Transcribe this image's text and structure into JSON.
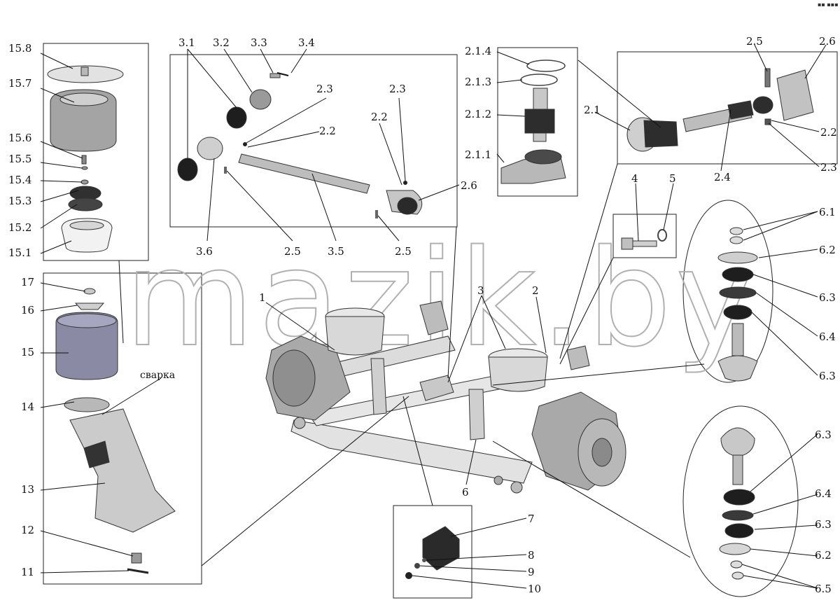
{
  "watermark": "mazik.by",
  "corner_mark": "▪▪ ▪▪▪",
  "annotations": {
    "welding": "сварка"
  },
  "labels": {
    "l_15_8": "15.8",
    "l_15_7": "15.7",
    "l_15_6": "15.6",
    "l_15_5": "15.5",
    "l_15_4": "15.4",
    "l_15_3": "15.3",
    "l_15_2": "15.2",
    "l_15_1": "15.1",
    "l_17": "17",
    "l_16": "16",
    "l_15": "15",
    "l_14": "14",
    "l_13": "13",
    "l_12": "12",
    "l_11": "11",
    "l_3_1": "3.1",
    "l_3_2": "3.2",
    "l_3_3": "3.3",
    "l_3_4": "3.4",
    "l_2_3a": "2.3",
    "l_2_2a": "2.2",
    "l_2_3b": "2.3",
    "l_2_2b": "2.2",
    "l_2_6a": "2.6",
    "l_3_6": "3.6",
    "l_2_5a": "2.5",
    "l_3_5": "3.5",
    "l_2_5b": "2.5",
    "l_2_1_4": "2.1.4",
    "l_2_1_3": "2.1.3",
    "l_2_1_2": "2.1.2",
    "l_2_1_1": "2.1.1",
    "l_2_5c": "2.5",
    "l_2_6b": "2.6",
    "l_2_1": "2.1",
    "l_2_2c": "2.2",
    "l_2_3c": "2.3",
    "l_2_4": "2.4",
    "l_4": "4",
    "l_5": "5",
    "l_6_1": "6.1",
    "l_6_2a": "6.2",
    "l_6_3a": "6.3",
    "l_6_4a": "6.4",
    "l_6_3b": "6.3",
    "l_6_3c": "6.3",
    "l_6_4b": "6.4",
    "l_6_3d": "6.3",
    "l_6_2b": "6.2",
    "l_6_5": "6.5",
    "l_1": "1",
    "l_3": "3",
    "l_2": "2",
    "l_6": "6",
    "l_7": "7",
    "l_8": "8",
    "l_9": "9",
    "l_10": "10"
  },
  "colors": {
    "background": "#ffffff",
    "part_light": "#d8d8d8",
    "part_mid": "#a9a9a9",
    "part_dark": "#2a2a2a",
    "air_spring": "#8e8ea8",
    "line": "#111111",
    "watermark": "#b0b0b0"
  }
}
